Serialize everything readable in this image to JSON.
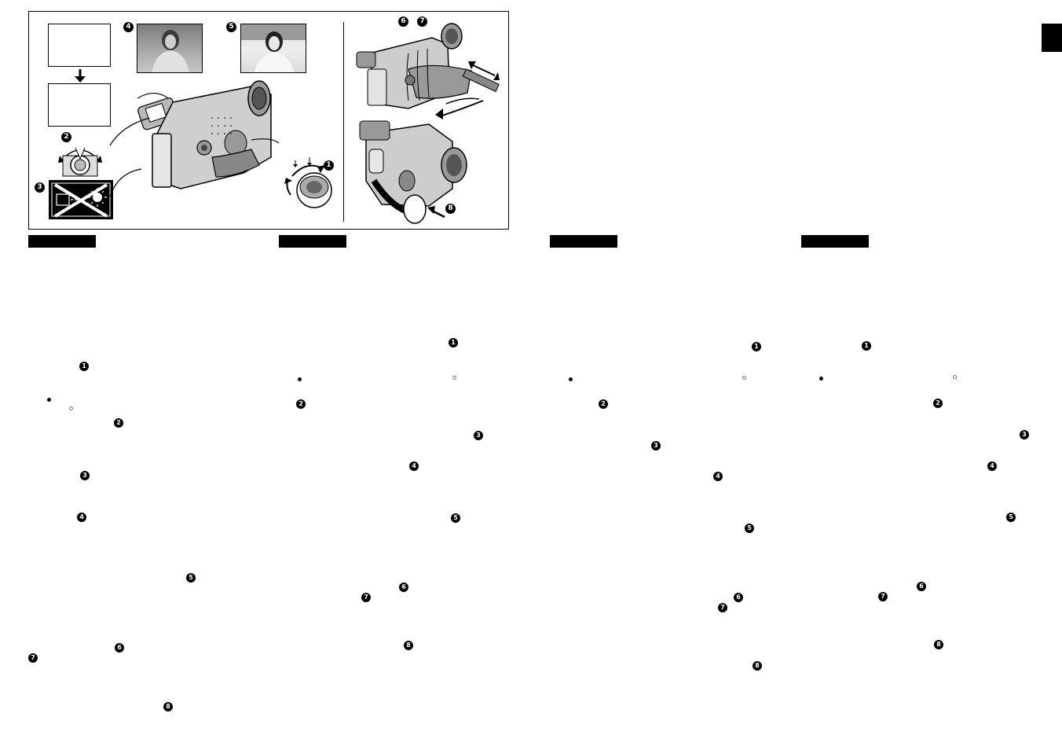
{
  "page": {
    "title": "",
    "language_bars": [
      "",
      "",
      "",
      ""
    ]
  },
  "illustration": {
    "callouts": [
      "1",
      "2",
      "3",
      "4",
      "5",
      "6",
      "7",
      "8"
    ],
    "panel_icons": [
      "blank-screen-icon",
      "arrow-down-icon",
      "dial-icon",
      "no-sun-icon",
      "photo-dark",
      "photo-bright",
      "camcorder-icon",
      "grip-belt-icon",
      "lens-cap-icon"
    ]
  },
  "columns": [
    {
      "id": "col1",
      "markers": [
        "1",
        "2",
        "3",
        "4",
        "5",
        "6",
        "7",
        "8"
      ]
    },
    {
      "id": "col2",
      "markers": [
        "1",
        "2",
        "3",
        "4",
        "5",
        "6",
        "7",
        "8"
      ]
    },
    {
      "id": "col3",
      "markers": [
        "1",
        "2",
        "3",
        "4",
        "5",
        "6",
        "7",
        "8"
      ]
    },
    {
      "id": "col4",
      "markers": [
        "1",
        "2",
        "3",
        "4",
        "5",
        "6",
        "7",
        "8"
      ]
    }
  ],
  "colors": {
    "ink": "#000000",
    "paper": "#ffffff",
    "gray_fill": "#bdbdbd"
  }
}
